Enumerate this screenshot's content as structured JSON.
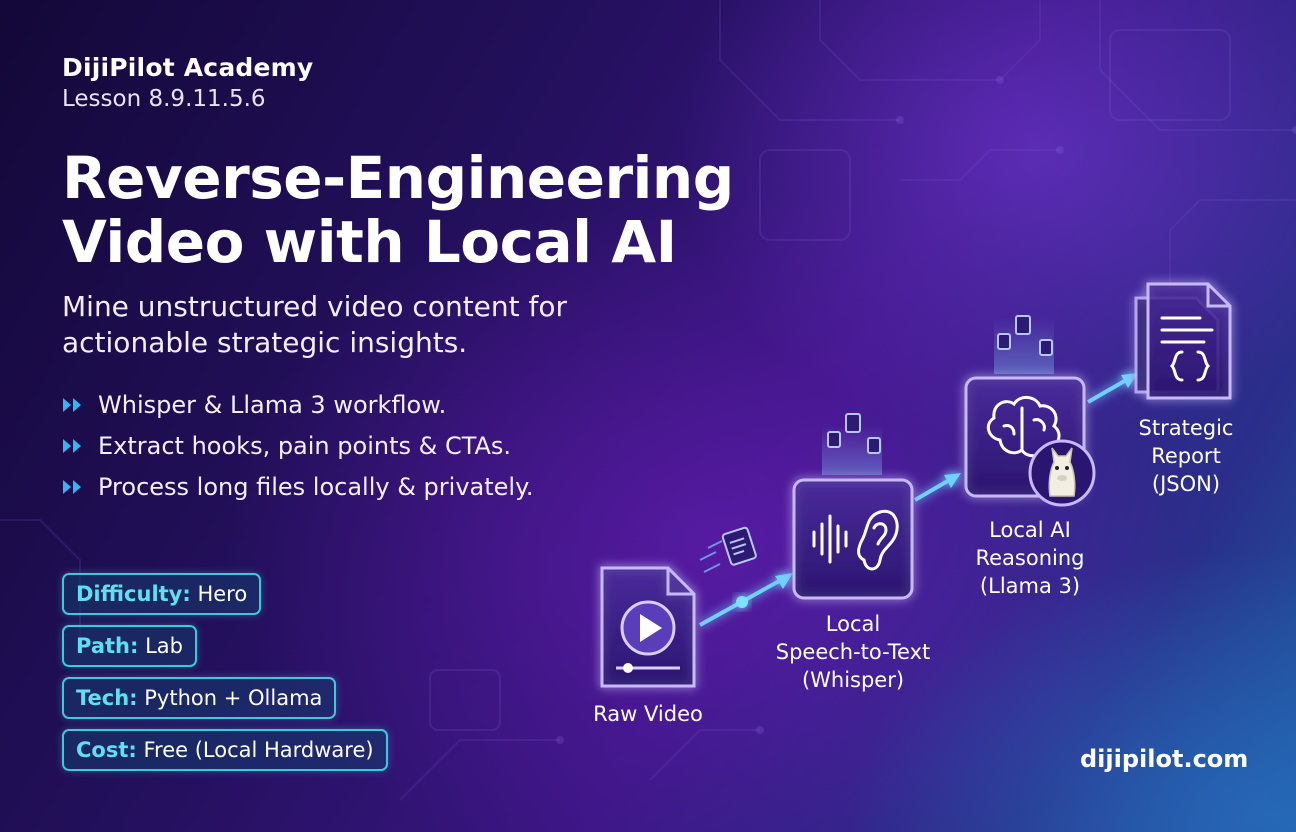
{
  "header": {
    "brand": "DijiPilot Academy",
    "lesson": "Lesson 8.9.11.5.6"
  },
  "title": {
    "line1": "Reverse-Engineering",
    "line2": "Video with Local AI"
  },
  "subtitle": {
    "line1": "Mine unstructured video content for",
    "line2": "actionable strategic insights."
  },
  "bullets": [
    {
      "text": "Whisper & Llama 3 workflow.",
      "icon": "double-chevron-right-icon"
    },
    {
      "text": "Extract hooks, pain points & CTAs.",
      "icon": "double-chevron-right-icon"
    },
    {
      "text": "Process long files locally & privately.",
      "icon": "double-chevron-right-icon"
    }
  ],
  "tags": [
    {
      "key": "Difficulty:",
      "value": "Hero"
    },
    {
      "key": "Path:",
      "value": "Lab"
    },
    {
      "key": "Tech:",
      "value": "Python + Ollama"
    },
    {
      "key": "Cost:",
      "value": "Free (Local Hardware)"
    }
  ],
  "pipeline": [
    {
      "id": "raw-video",
      "lines": [
        "Raw Video"
      ],
      "icon": "play-video-icon"
    },
    {
      "id": "speech-to-text",
      "lines": [
        "Local",
        "Speech-to-Text",
        "(Whisper)"
      ],
      "icon": "ear-soundwave-icon"
    },
    {
      "id": "ai-reasoning",
      "lines": [
        "Local AI",
        "Reasoning",
        "(Llama 3)"
      ],
      "icon": "brain-icon"
    },
    {
      "id": "strategic-report",
      "lines": [
        "Strategic",
        "Report",
        "(JSON)"
      ],
      "icon": "json-document-icon"
    }
  ],
  "footer": {
    "site": "dijipilot.com"
  },
  "colors": {
    "accent_cyan": "#3fc8d8",
    "accent_blue": "#36b3f0",
    "node_border": "#c7b8ff",
    "background_dark": "#130838"
  }
}
